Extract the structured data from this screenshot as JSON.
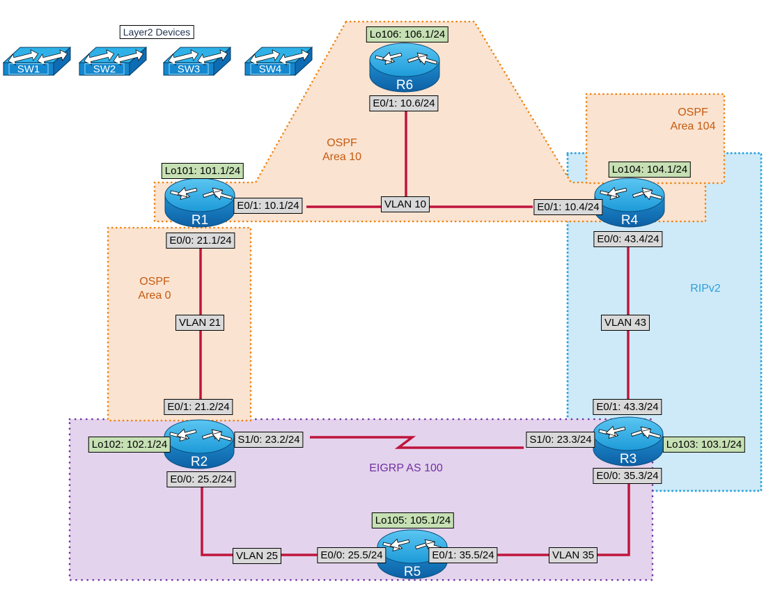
{
  "title": "Network topology diagram",
  "legend": {
    "layer2_devices": "Layer2 Devices"
  },
  "switches": [
    {
      "name": "SW1"
    },
    {
      "name": "SW2"
    },
    {
      "name": "SW3"
    },
    {
      "name": "SW4"
    }
  ],
  "routers": {
    "r1": {
      "name": "R1"
    },
    "r2": {
      "name": "R2"
    },
    "r3": {
      "name": "R3"
    },
    "r4": {
      "name": "R4"
    },
    "r5": {
      "name": "R5"
    },
    "r6": {
      "name": "R6"
    }
  },
  "regions": {
    "ospf_area10": {
      "line1": "OSPF",
      "line2": "Area 10"
    },
    "ospf_area0": {
      "line1": "OSPF",
      "line2": "Area 0"
    },
    "ospf_area104": {
      "line1": "OSPF",
      "line2": "Area 104"
    },
    "ripv2": {
      "label": "RIPv2"
    },
    "eigrp": {
      "label": "EIGRP AS 100"
    }
  },
  "labels": {
    "r6_lo": "Lo106: 106.1/24",
    "r6_e01": "E0/1: 10.6/24",
    "vlan10": "VLAN 10",
    "r1_lo": "Lo101: 101.1/24",
    "r1_e01": "E0/1: 10.1/24",
    "r1_e00": "E0/0: 21.1/24",
    "vlan21": "VLAN 21",
    "r2_e01": "E0/1: 21.2/24",
    "r2_lo": "Lo102: 102.1/24",
    "r2_s10": "S1/0: 23.2/24",
    "r2_e00": "E0/0: 25.2/24",
    "vlan25": "VLAN 25",
    "r5_e00": "E0/0: 25.5/24",
    "r5_lo": "Lo105: 105.1/24",
    "r5_e01": "E0/1: 35.5/24",
    "vlan35": "VLAN 35",
    "r3_e00": "E0/0: 35.3/24",
    "r3_s10": "S1/0: 23.3/24",
    "r3_lo": "Lo103: 103.1/24",
    "r3_e01": "E0/1: 43.3/24",
    "vlan43": "VLAN 43",
    "r4_e00": "E0/0: 43.4/24",
    "r4_lo": "Lo104: 104.1/24",
    "r4_e01": "E0/1: 10.4/24"
  },
  "colors": {
    "link_red": "#C0143C",
    "label_gray_fill": "#D9D9D9",
    "label_green_fill": "#C6E0B4",
    "ospf_region_fill": "#FAE3D0",
    "ospf_region_border": "#F0820F",
    "ospf_text": "#C55A11",
    "eigrp_region_fill": "#E3D3ED",
    "eigrp_color": "#7030A0",
    "rip_region_fill": "#CEEAF8",
    "rip_color": "#2E9FD9",
    "device_blue": "#1487CE"
  }
}
